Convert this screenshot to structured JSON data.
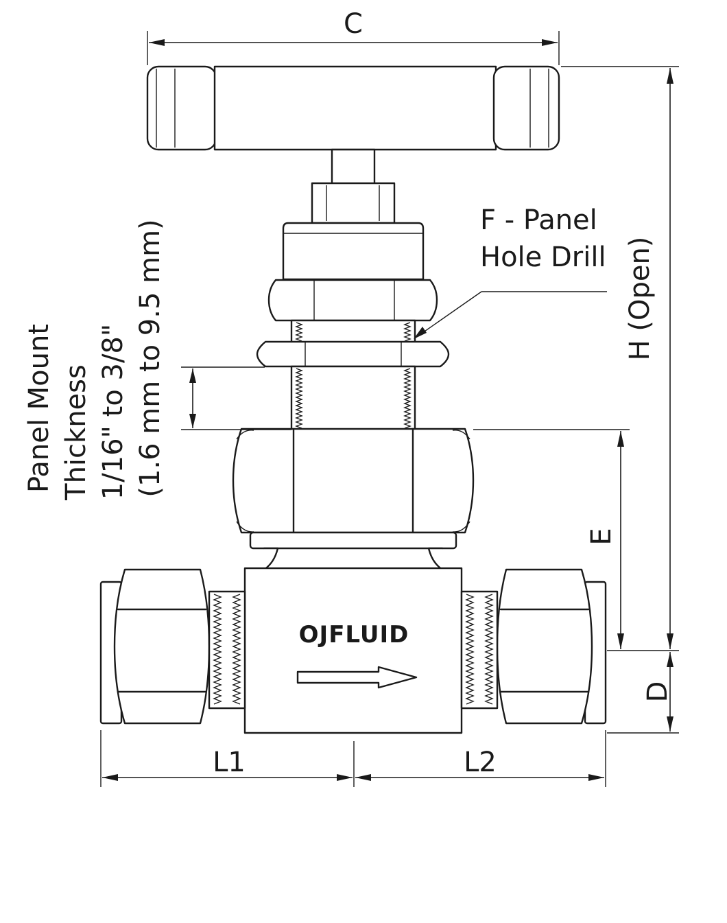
{
  "diagram": {
    "dimension_labels": {
      "c": "C",
      "h": "H (Open)",
      "f_line1": "F - Panel",
      "f_line2": "Hole Drill",
      "e": "E",
      "d": "D",
      "l1": "L1",
      "l2": "L2"
    },
    "panel_note": {
      "line1": "Panel Mount",
      "line2": "Thickness",
      "line3": "1/16\" to 3/8\"",
      "line4": "(1.6 mm to 9.5 mm)"
    },
    "brand": "OJFLUID",
    "flow_direction": "right"
  }
}
